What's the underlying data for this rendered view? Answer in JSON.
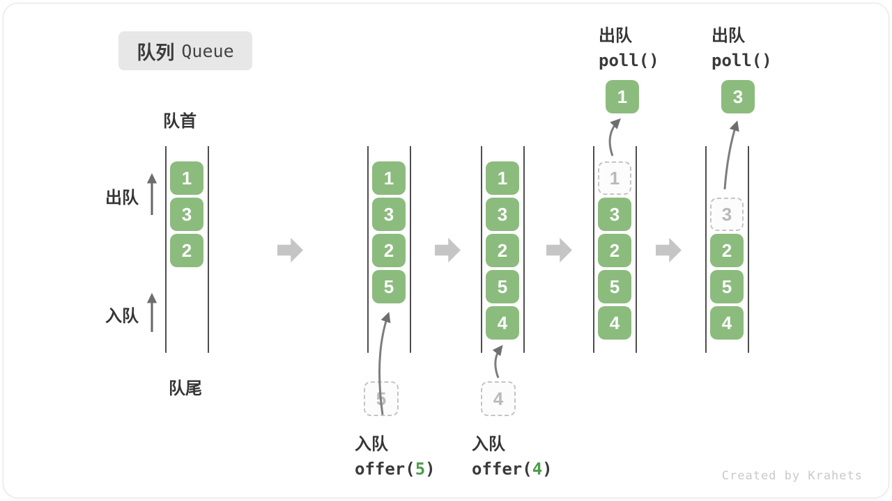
{
  "title": {
    "zh": "队列",
    "en": "Queue"
  },
  "side_labels": {
    "front": "队首",
    "rear": "队尾",
    "dequeue": "出队",
    "enqueue": "入队"
  },
  "states": {
    "s1": {
      "items": [
        "1",
        "3",
        "2"
      ]
    },
    "s2": {
      "items": [
        "1",
        "3",
        "2",
        "5"
      ],
      "incoming": "5"
    },
    "s3": {
      "items": [
        "1",
        "3",
        "2",
        "5",
        "4"
      ],
      "incoming": "4"
    },
    "s4": {
      "ghost": "1",
      "items": [
        "3",
        "2",
        "5",
        "4"
      ],
      "polled": "1"
    },
    "s5": {
      "ghost": "3",
      "items": [
        "2",
        "5",
        "4"
      ],
      "polled": "3"
    }
  },
  "ops": {
    "enqueue5": {
      "label": "入队",
      "code_fn": "offer(",
      "code_arg": "5",
      "code_close": ")"
    },
    "enqueue4": {
      "label": "入队",
      "code_fn": "offer(",
      "code_arg": "4",
      "code_close": ")"
    },
    "poll1": {
      "label": "出队",
      "code": "poll()"
    },
    "poll2": {
      "label": "出队",
      "code": "poll()"
    }
  },
  "watermark": "Created by Krahets",
  "colors": {
    "box_green": "#8cbb7e",
    "code_arg_green": "#4b9e47",
    "block_arrow_gray": "#c5c5c5",
    "ghost_border_gray": "#c4c4c4",
    "ghost_text_gray": "#b9b9b9",
    "wall_dark": "#4d4d4d",
    "text_dark": "#353535",
    "title_badge_bg": "#e7e7e7",
    "watermark_gray": "#c9c9c9"
  }
}
